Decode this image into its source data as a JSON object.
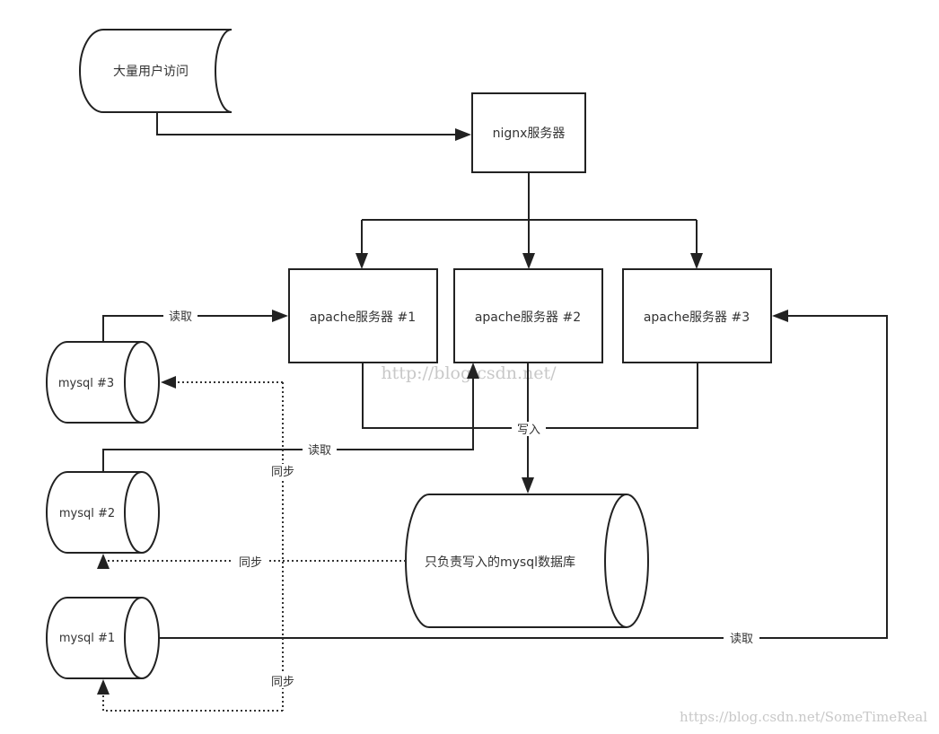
{
  "nodes": {
    "users": "大量用户访问",
    "nginx": "nignx服务器",
    "apache1": "apache服务器 #1",
    "apache2": "apache服务器 #2",
    "apache3": "apache服务器 #3",
    "mysql3": "mysql #3",
    "mysql2": "mysql #2",
    "mysql1": "mysql #1",
    "master_db": "只负责写入的mysql数据库"
  },
  "edges": {
    "read_mysql3": "读取",
    "read_mysql2": "读取",
    "read_mysql1": "读取",
    "write": "写入",
    "sync_mysql3": "同步",
    "sync_mysql2": "同步",
    "sync_mysql1": "同步"
  },
  "watermarks": {
    "center": "http://blog.csdn.net/",
    "corner": "https://blog.csdn.net/SomeTimeReal"
  }
}
